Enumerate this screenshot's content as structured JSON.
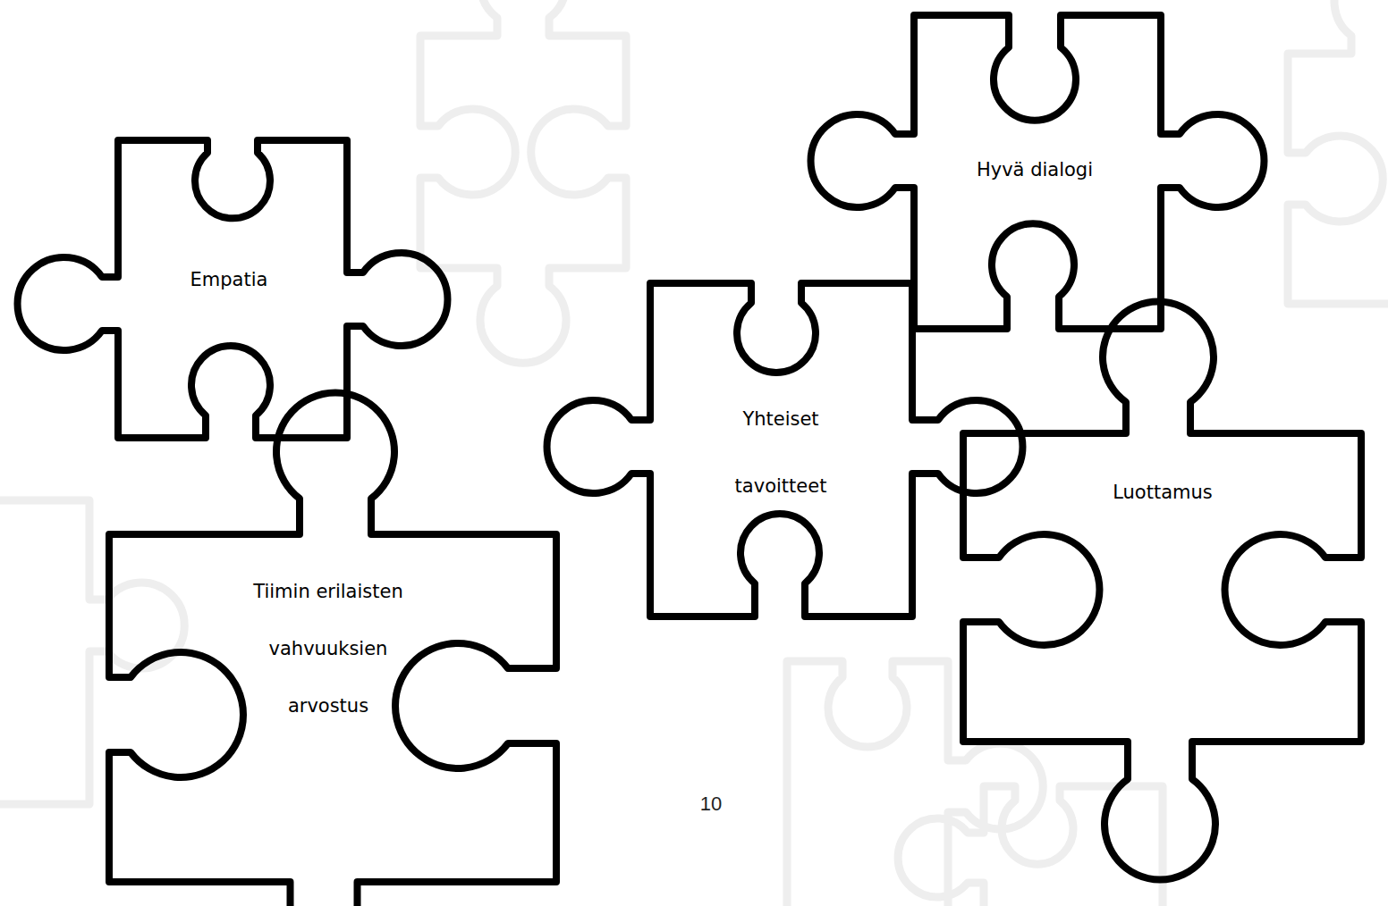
{
  "diagram": {
    "nodes": [
      {
        "text": [
          "Empatia"
        ]
      },
      {
        "text": [
          "Hyvä dialogi"
        ]
      },
      {
        "text": [
          "Yhteiset tavoitteet"
        ]
      },
      {
        "text": [
          "Luottamus"
        ]
      },
      {
        "text": [
          "Tiimin erilaisten vahvuuksien arvostus"
        ]
      }
    ],
    "labels": [
      "10"
    ]
  }
}
